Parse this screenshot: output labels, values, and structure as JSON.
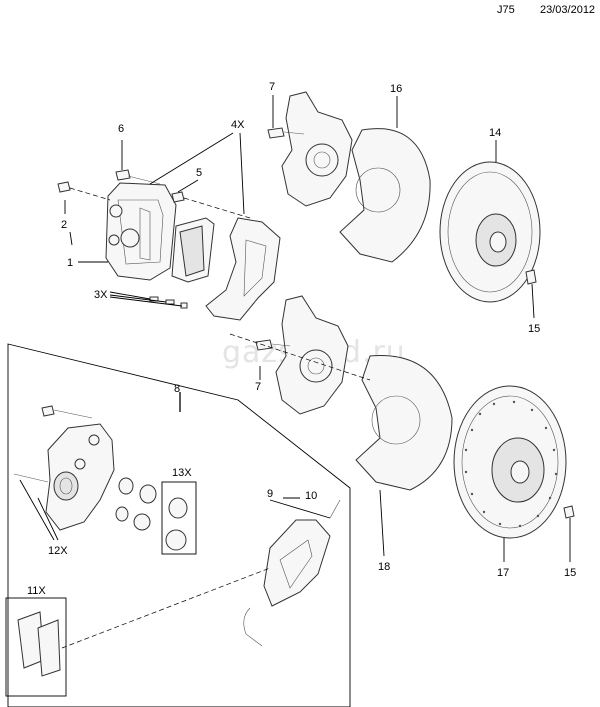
{
  "header": {
    "code": "J75",
    "date": "23/03/2012"
  },
  "watermark": "gazsklad.ru",
  "callouts": {
    "c1": "1",
    "c2": "2",
    "c3x": "3X",
    "c4x": "4X",
    "c5": "5",
    "c6": "6",
    "c7a": "7",
    "c7b": "7",
    "c8": "8",
    "c9": "9",
    "c10": "10",
    "c11x": "11X",
    "c12x": "12X",
    "c13x": "13X",
    "c14": "14",
    "c15a": "15",
    "c15b": "15",
    "c16": "16",
    "c17": "17",
    "c18": "18"
  }
}
